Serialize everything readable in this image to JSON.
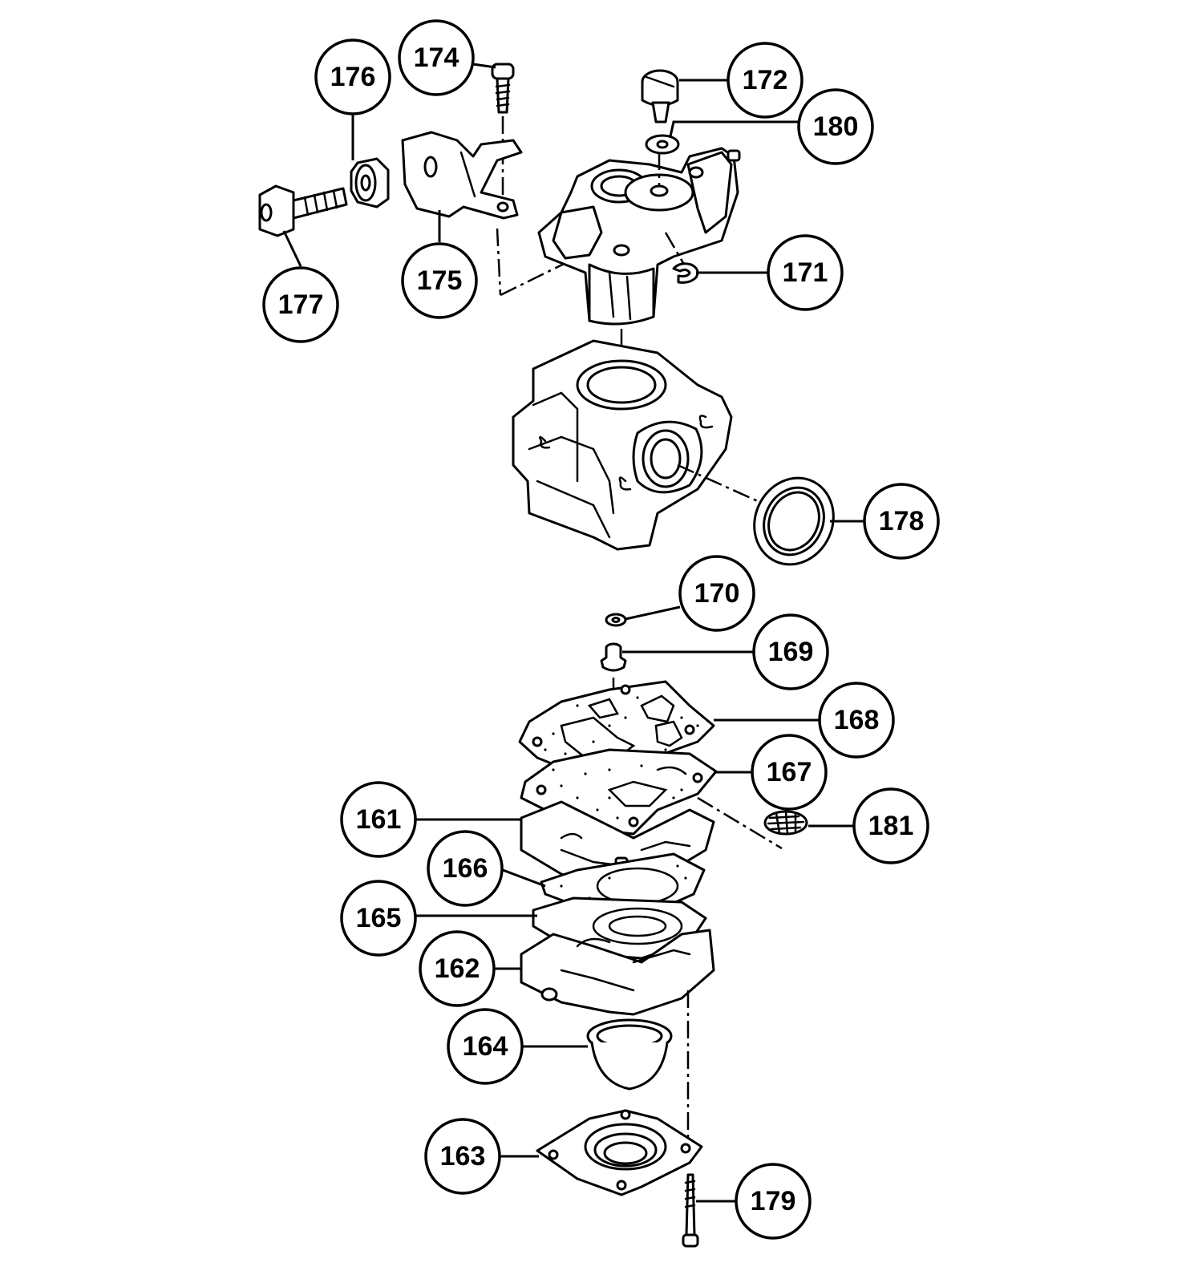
{
  "callouts": [
    {
      "label": "174",
      "part": "screw"
    },
    {
      "label": "176",
      "part": "nut"
    },
    {
      "label": "172",
      "part": "adjusting-screw"
    },
    {
      "label": "180",
      "part": "washer"
    },
    {
      "label": "171",
      "part": "e-clip"
    },
    {
      "label": "177",
      "part": "fuel-fitting"
    },
    {
      "label": "175",
      "part": "throttle-lever-plate"
    },
    {
      "label": "178",
      "part": "o-ring-seal"
    },
    {
      "label": "170",
      "part": "washer"
    },
    {
      "label": "169",
      "part": "plug"
    },
    {
      "label": "168",
      "part": "gasket"
    },
    {
      "label": "167",
      "part": "pump-diaphragm"
    },
    {
      "label": "181",
      "part": "filter-screen"
    },
    {
      "label": "161",
      "part": "pump-body"
    },
    {
      "label": "166",
      "part": "gasket"
    },
    {
      "label": "165",
      "part": "metering-diaphragm"
    },
    {
      "label": "162",
      "part": "metering-body"
    },
    {
      "label": "164",
      "part": "primer-bulb"
    },
    {
      "label": "163",
      "part": "primer-cover"
    },
    {
      "label": "179",
      "part": "screw"
    }
  ]
}
